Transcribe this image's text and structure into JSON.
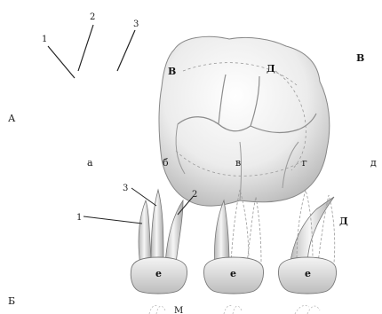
{
  "labels": {
    "top_1": "1",
    "top_2": "2",
    "top_3": "3",
    "section_a": "А",
    "section_b_top": "В",
    "crown_v": "В",
    "crown_d": "Д",
    "section_b": "Б",
    "col_a": "а",
    "col_b": "б",
    "col_v": "в",
    "col_g": "г",
    "col_d": "д",
    "root_1": "1",
    "root_2": "2",
    "root_3": "3",
    "root_d": "Д",
    "tooth_e1": "е",
    "tooth_e2": "е",
    "tooth_e3": "е",
    "bottom_m": "М"
  }
}
